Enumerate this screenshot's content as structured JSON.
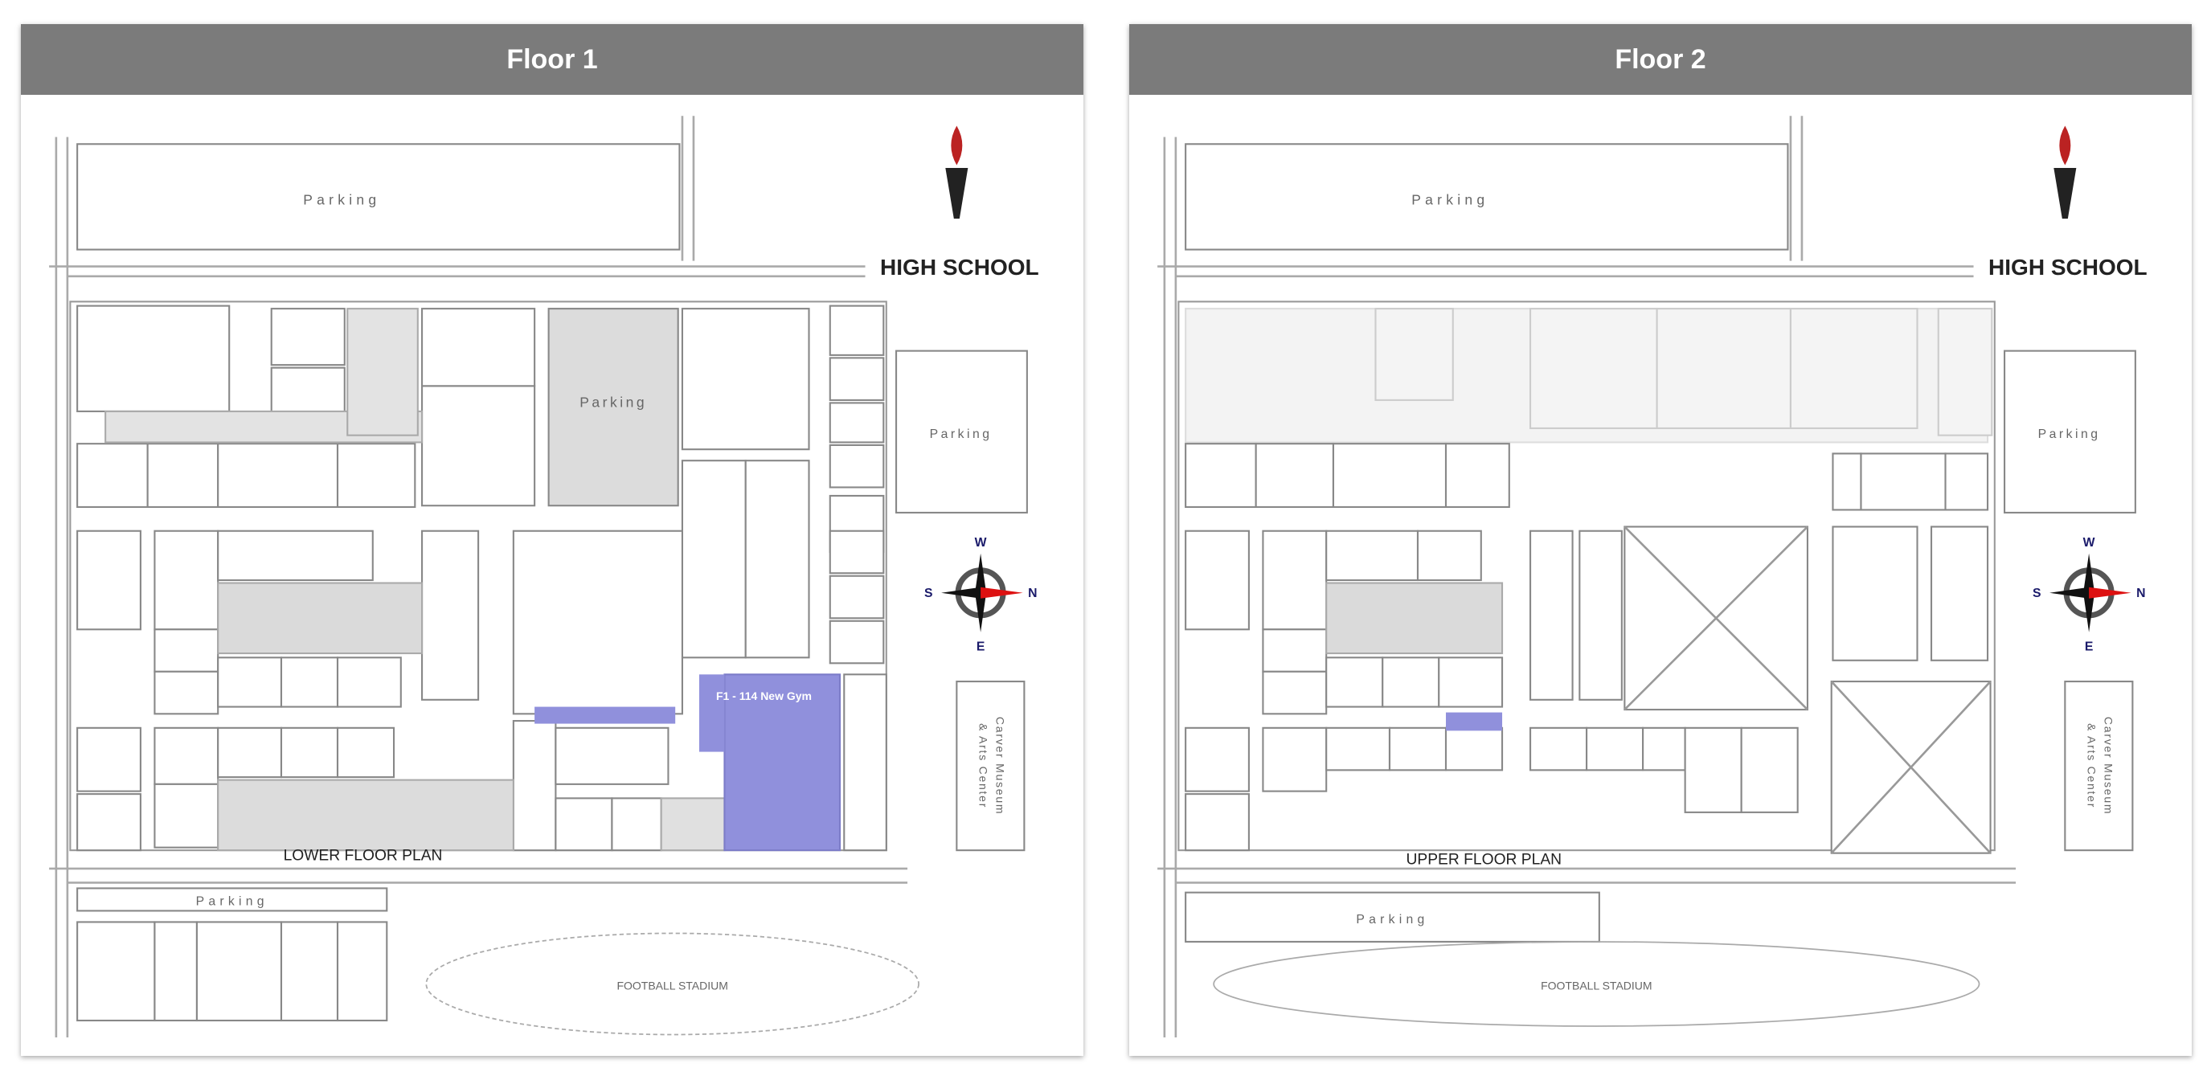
{
  "panels": [
    {
      "title": "Floor 1",
      "school_name": "HIGH SCHOOL",
      "parking_top": "Parking",
      "parking_courtyard": "Parking",
      "parking_right": "Parking",
      "parking_bottom": "Parking",
      "plan_label": "LOWER    FLOOR    PLAN",
      "highlight_label": "F1 - 114 New Gym",
      "highlight_color": "#9090dc",
      "museum_label_1": "Carver Museum",
      "museum_label_2": "& Arts Center",
      "stadium_label": "FOOTBALL STADIUM",
      "compass": {
        "top": "W",
        "right": "N",
        "bottom": "E",
        "left": "S"
      }
    },
    {
      "title": "Floor 2",
      "school_name": "HIGH SCHOOL",
      "parking_top": "Parking",
      "parking_right": "Parking",
      "parking_bottom": "Parking",
      "plan_label": "UPPER    FLOOR    PLAN",
      "highlight_color": "#9090dc",
      "museum_label_1": "Carver Museum",
      "museum_label_2": "& Arts Center",
      "stadium_label": "FOOTBALL STADIUM",
      "compass": {
        "top": "W",
        "right": "N",
        "bottom": "E",
        "left": "S"
      }
    }
  ]
}
